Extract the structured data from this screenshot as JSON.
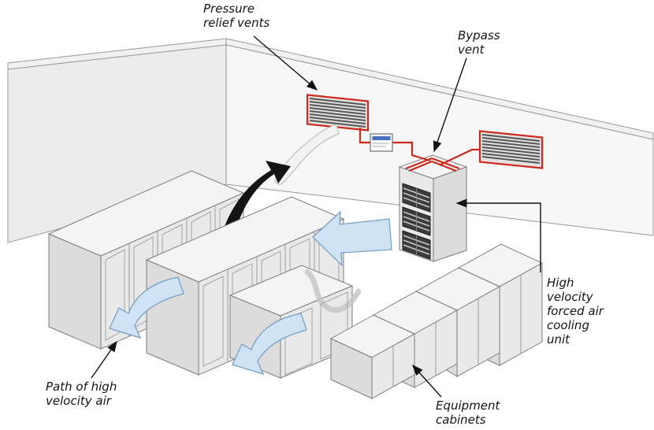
{
  "labels": {
    "pressure": "Pressure\nrelief vents",
    "bypass": "Bypass\nvent",
    "cooling": "High\nvelocity\nforced air\ncooling\nunit",
    "air_path": "Path of high\nvelocity air",
    "cabinets": "Equipment\ncabinets"
  },
  "colors": {
    "pipe_red": "#cc2a1e",
    "airflow_blue": "#cfe3f5",
    "airflow_blue_stroke": "#6f9cc4",
    "cabinet_front": "#e9e9e9",
    "cabinet_top": "#f4f4f4",
    "cabinet_side": "#dcdcdc",
    "wall": "#ececec",
    "grille_dark": "#3c3c3c",
    "label_text": "#141414",
    "background": "#ffffff"
  }
}
